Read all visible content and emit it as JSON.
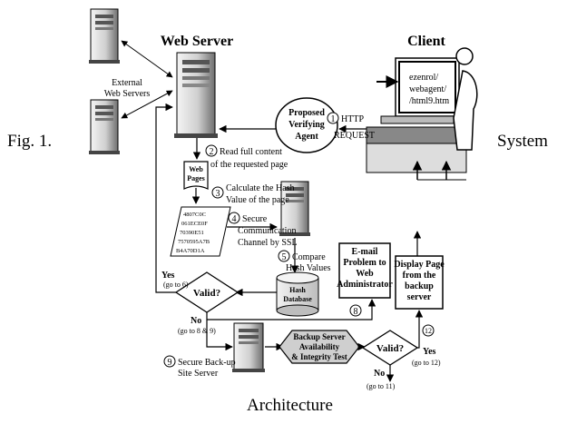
{
  "caption": {
    "prefix": "Fig. 1.",
    "title_right": "System",
    "title_bottom": "Architecture"
  },
  "nodes": {
    "web_server": "Web Server",
    "client": "Client",
    "external_servers": [
      "External",
      "Web Servers"
    ],
    "browser_url": [
      "ezenrol/",
      "webagent/",
      "/html9.htm"
    ],
    "agent": [
      "Proposed",
      "Verifying",
      "Agent"
    ],
    "web_pages": [
      "Web",
      "Pages"
    ],
    "hashes": [
      "4807C0C",
      "061ECE0F",
      "70390E51",
      "7570595A7B",
      "B4A70D1A"
    ],
    "hash_db": [
      "Hash",
      "Database"
    ],
    "email": [
      "E-mail",
      "Problem to",
      "Web",
      "Administrator"
    ],
    "display": [
      "Display Page",
      "from the",
      "backup",
      "server"
    ],
    "valid": "Valid?",
    "backup_test": [
      "Backup Server",
      "Availability",
      "& Integrity Test"
    ]
  },
  "steps": {
    "s1": {
      "num": "1",
      "text": [
        "HTTP",
        "REQUEST"
      ]
    },
    "s2": {
      "num": "2",
      "text": [
        "Read full content",
        "of the requested page"
      ]
    },
    "s3": {
      "num": "3",
      "text": [
        "Calculate the Hash",
        "Value of the page"
      ]
    },
    "s4": {
      "num": "4",
      "text": [
        "Secure",
        "Communication",
        "Channel by SSL"
      ]
    },
    "s5": {
      "num": "5",
      "text": [
        "Compare",
        "Hash Values"
      ]
    },
    "s8": {
      "num": "8"
    },
    "s9": {
      "num": "9",
      "text": [
        "Secure Back-up",
        "Site Server"
      ]
    },
    "s12": {
      "num": "12"
    }
  },
  "branches": {
    "yes1": "Yes",
    "yes1_sub": "(go to 6)",
    "no1": "No",
    "no1_sub": "(go to 8 & 9)",
    "yes2": "Yes",
    "yes2_sub": "(go to 12)",
    "no2": "No",
    "no2_sub": "(go to 11)"
  }
}
